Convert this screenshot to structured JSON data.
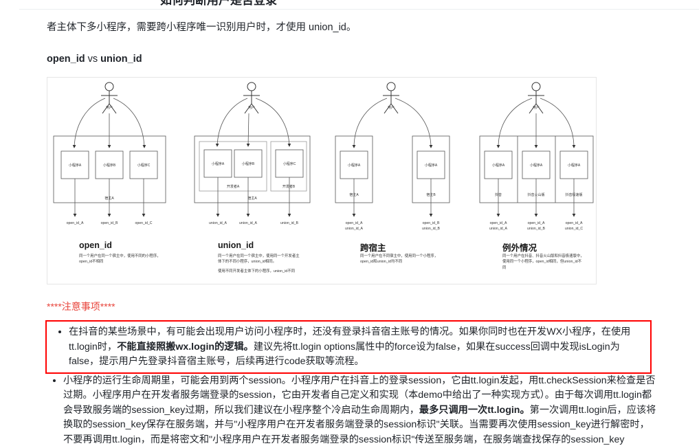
{
  "page": {
    "cut_title": "如何判断用户是否登录"
  },
  "body": {
    "intro_paragraph": "者主体下多小程序，需要跨小程序唯一识别用户时，才使用 union_id。",
    "subhead": {
      "left": "open_id",
      "vs": " vs ",
      "right": "union_id"
    }
  },
  "diagram": {
    "actor_label": "用户",
    "panels": [
      {
        "title": "open_id",
        "caption": [
          "同一个用户在同一个宿主中，使用不同的小程序，open_id不相同"
        ],
        "host_label": "宿主A",
        "apps": [
          "小程序A",
          "小程序B",
          "小程序C"
        ],
        "ids": [
          "open_id_A",
          "open_id_B",
          "open_id_C"
        ],
        "group_labels": []
      },
      {
        "title": "union_id",
        "caption": [
          "同一个用户在同一个宿主中，使用同一个开发者主体下的不同小程序，union_id相同。",
          "使用不同开发者主体下的小程序，union_id不同"
        ],
        "host_label": "宿主A",
        "apps": [
          "小程序A",
          "小程序B",
          "小程序C"
        ],
        "ids": [
          "union_id_A",
          "union_id_A",
          "union_id_B"
        ],
        "group_labels": [
          "开发者A",
          "开发者B"
        ]
      },
      {
        "title": "跨宿主",
        "caption": [
          "同一个用户在不同宿主中，使用同一个小程序，open_id和union_id均不同"
        ],
        "apps": [
          "小程序A",
          "小程序A"
        ],
        "host_labels": [
          "宿主A",
          "宿主B"
        ],
        "ids": [
          [
            "open_id_A",
            "union_id_A"
          ],
          [
            "open_id_B",
            "union_id_B"
          ]
        ]
      },
      {
        "title": "例外情况",
        "caption": [
          "同一个用户在抖音、抖音火山版和抖音极速版中，使用同一个小程序，open_id相同，但union_id不同"
        ],
        "apps": [
          "小程序A",
          "小程序A",
          "小程序A"
        ],
        "host_labels": [
          "抖音",
          "抖音火山版",
          "抖音极速版"
        ],
        "ids": [
          [
            "open_id_A",
            "union_id_A"
          ],
          [
            "open_id_A",
            "union_id_B"
          ],
          [
            "open_id_A",
            "union_id_C"
          ]
        ]
      }
    ]
  },
  "notes": {
    "heading": "****注意事项****",
    "red_box_bullet": {
      "part1": "在抖音的某些场景中，有可能会出现用户访问小程序时，还没有登录抖音宿主账号的情况。如果你同时也在开发WX小程序，在使用tt.login时，",
      "bold1": "不能直接照搬wx.login的逻辑。",
      "part2": "建议先将tt.login options属性中的force设为false，如果在success回调中发现isLogin为false，提示用户先登录抖音宿主账号，后续再进行code获取等流程。"
    },
    "second_bullet": {
      "part1": "小程序的运行生命周期里，可能会用到两个session。小程序用户在抖音上的登录session，它由tt.login发起，用tt.checkSession来检查是否过期。小程序用户在开发者服务端登录的session，它由开发者自己定义和实现（本demo中给出了一种实现方式）。由于每次调用tt.login都会导致服务端的session_key过期，所以我们建议在小程序整个冷启动生命周期内，",
      "bold1": "最多只调用一次tt.login。",
      "part2": "第一次调用tt.login后，应该将换取的session_key保存在服务端，并与\"小程序用户在开发者服务端登录的session标识\"关联。当需要再次使用session_key进行解密时，不要再调用tt.login，而是将密文和\"小程序用户在开发者服务端登录的session标识\"传送至服务端，在服务端查找保存的session_key"
    }
  },
  "colors": {
    "text": "#1f2329",
    "red": "#ff0000",
    "notice_red": "#e8453c",
    "diagram_border": "#e6e6e6",
    "box_stroke": "#666666"
  }
}
